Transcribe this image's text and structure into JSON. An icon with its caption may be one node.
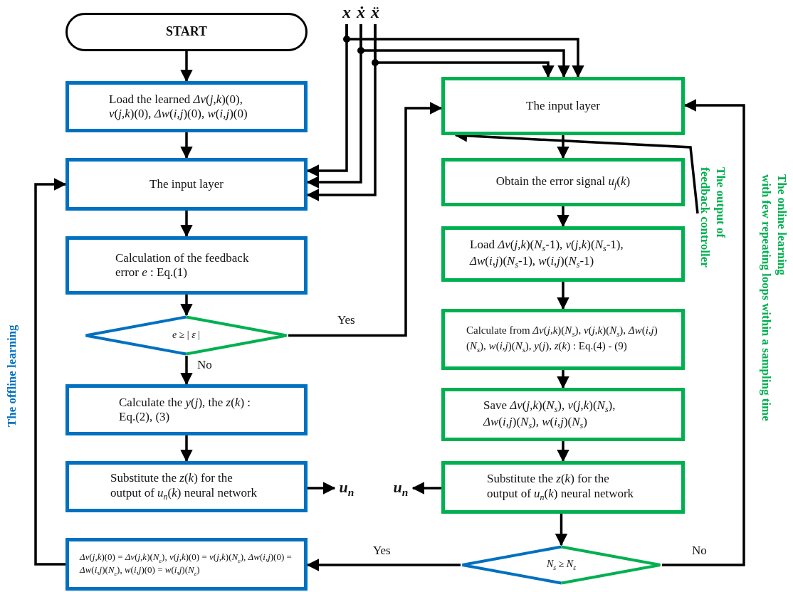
{
  "diagram": {
    "nodes": [
      {
        "text": [
          "START"
        ]
      },
      {
        "text": [
          "Load the learned *Δv*(*j*,*k*)(0), *v*(*j*,*k*)(0), *Δw*(*i*,*j*)(0), *w*(*i*,*j*)(0)"
        ]
      },
      {
        "text": [
          "The input layer"
        ]
      },
      {
        "text": [
          "Calculation of the feedback error *e* : Eq.(1)"
        ]
      },
      {
        "text": [
          "*e* ≥ | *ε* |"
        ]
      },
      {
        "text": [
          "Calculate the *y*(*j*), the *z*(*k*) : Eq.(2), (3)"
        ]
      },
      {
        "text": [
          "Substitute the *z*(*k*) for the output of *u*$_{n}$(*k*) neural network"
        ]
      },
      {
        "text": [
          "*Δv*(*j*,*k*)(0) = *Δv*(*j*,*k*)(*N*$_{ε}$), *v*(*j*,*k*)(0) = *v*(*j*,*k*)(*N*$_{ε}$), *Δw*(*i*,*j*)(0) = *Δw*(*i*,*j*)(*N*$_{ε}$), *w*(*i*,*j*)(0) = *w*(*i*,*j*)(*N*$_{ε}$)"
        ]
      },
      {
        "text": [
          "u$_{n}$"
        ]
      },
      {
        "text": [
          "x"
        ]
      },
      {
        "text": [
          "ẋ"
        ]
      },
      {
        "text": [
          "ẍ"
        ]
      },
      {
        "text": [
          "The input layer"
        ]
      },
      {
        "text": [
          "Obtain the error signal *u*$_{f}$(*k*)"
        ]
      },
      {
        "text": [
          "Load *Δv*(*j*,*k*)(*N*$_{s}$-1), *v*(*j*,*k*)(*N*$_{s}$-1), *Δw*(*i*,*j*)(*N*$_{s}$-1), *w*(*i*,*j*)(*N*$_{s}$-1)"
        ]
      },
      {
        "text": [
          "Calculate from *Δv*(*j*,*k*)(*N*$_{s}$), *v*(*j*,*k*)(*N*$_{s}$), *Δw*(*i*,*j*)(*N*$_{s}$), *w*(*i*,*j*)(*N*$_{s}$), *y*(*j*), *z*(*k*) : Eq.(4) - (9)"
        ]
      },
      {
        "text": [
          "Save *Δv*(*j*,*k*)(*N*$_{s}$), *v*(*j*,*k*)(*N*$_{s}$), *Δw*(*i*,*j*)(*N*$_{s}$), *w*(*i*,*j*)(*N*$_{s}$)"
        ]
      },
      {
        "text": [
          "Substitute the *z*(*k*) for the output of *u*$_{n}$(*k*) neural network"
        ]
      },
      {
        "text": [
          "u$_{n}$"
        ]
      },
      {
        "text": [
          "*N*$_{s}$ ≥ *N*$_{ε}$"
        ]
      },
      {
        "text": [
          "The output of feedback controller"
        ]
      }
    ],
    "edges": [
      {
        "from": 0,
        "to": 1,
        "arrow": "to"
      },
      {
        "from": 1,
        "to": 2,
        "arrow": "to"
      },
      {
        "from": 2,
        "to": 3,
        "arrow": "to"
      },
      {
        "from": 3,
        "to": 4,
        "arrow": "to"
      },
      {
        "from": 4,
        "to": 12,
        "arrow": "to",
        "label": "Yes"
      },
      {
        "from": 4,
        "to": 5,
        "arrow": "to",
        "label": "No"
      },
      {
        "from": 5,
        "to": 6,
        "arrow": "to"
      },
      {
        "from": 6,
        "to": 8,
        "arrow": "to"
      },
      {
        "from": 17,
        "to": 18,
        "arrow": "to"
      },
      {
        "from": 9,
        "to": 2,
        "arrow": "to"
      },
      {
        "from": 10,
        "to": 2,
        "arrow": "to"
      },
      {
        "from": 11,
        "to": 2,
        "arrow": "to"
      },
      {
        "from": 9,
        "to": 12,
        "arrow": "to"
      },
      {
        "from": 10,
        "to": 12,
        "arrow": "to"
      },
      {
        "from": 11,
        "to": 12,
        "arrow": "to"
      },
      {
        "from": 12,
        "to": 13,
        "arrow": "to"
      },
      {
        "from": 13,
        "to": 14,
        "arrow": "to"
      },
      {
        "from": 14,
        "to": 15,
        "arrow": "to"
      },
      {
        "from": 15,
        "to": 16,
        "arrow": "to"
      },
      {
        "from": 16,
        "to": 17,
        "arrow": "to"
      },
      {
        "from": 17,
        "to": 19,
        "arrow": "to"
      },
      {
        "from": 19,
        "to": 7,
        "arrow": "to",
        "label": "Yes"
      },
      {
        "from": 19,
        "to": 12,
        "arrow": "to",
        "label": "No"
      },
      {
        "from": 7,
        "to": 2,
        "arrow": "to"
      },
      {
        "from": 20,
        "to": 12,
        "arrow": "to"
      }
    ],
    "labels": [
      "The offline learning",
      "The online learning",
      "with few repeating loops within a sampling time"
    ]
  }
}
